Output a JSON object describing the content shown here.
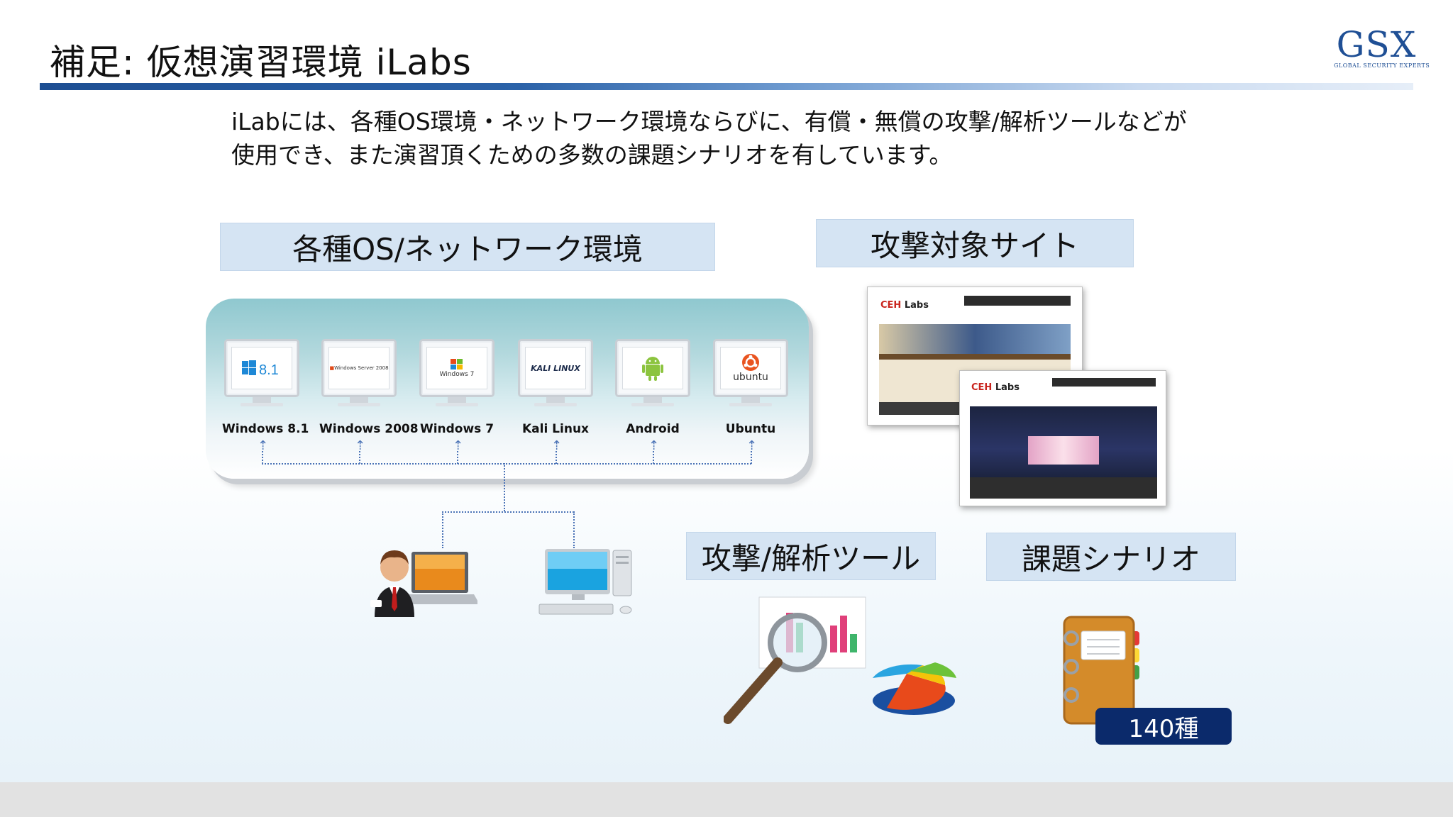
{
  "header": {
    "title": "補足: 仮想演習環境 iLabs",
    "logo": "GSX",
    "logo_sub": "GLOBAL SECURITY EXPERTS"
  },
  "intro": {
    "line1": "iLabには、各種OS環境・ネットワーク環境ならびに、有償・無償の攻撃/解析ツールなどが",
    "line2": "使用でき、また演習頂くための多数の課題シナリオを有しています。"
  },
  "sections": {
    "os_network": "各種OS/ネットワーク環境",
    "target_sites": "攻撃対象サイト",
    "tools": "攻撃/解析ツール",
    "scenarios": "課題シナリオ"
  },
  "os_list": [
    {
      "name": "Windows 8.1",
      "screen": "8.1"
    },
    {
      "name": "Windows 2008",
      "screen": "Windows Server 2008"
    },
    {
      "name": "Windows 7",
      "screen": "Windows 7"
    },
    {
      "name": "Kali Linux",
      "screen": "KALI LINUX"
    },
    {
      "name": "Android",
      "screen": ""
    },
    {
      "name": "Ubuntu",
      "screen": "ubuntu"
    }
  ],
  "sites": {
    "brand_a": "CEH",
    "brand_b": "Labs"
  },
  "scenario_count": "140種",
  "colors": {
    "accent": "#1f4f95",
    "label_bg": "#d5e4f3",
    "badge_bg": "#0b2a6b"
  }
}
